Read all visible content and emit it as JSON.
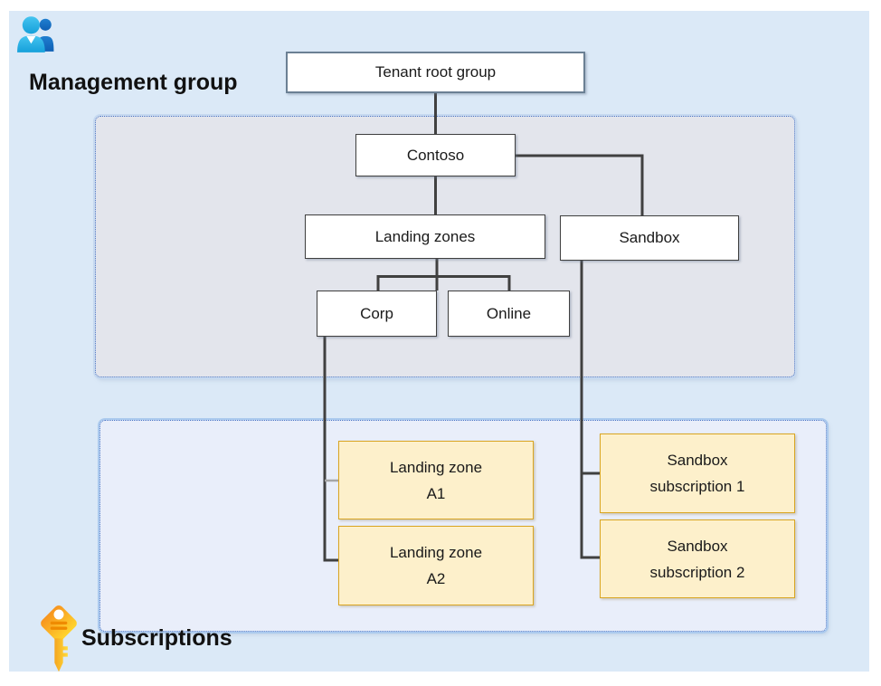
{
  "headings": {
    "management_group": "Management group",
    "subscriptions": "Subscriptions"
  },
  "icons": {
    "management_group_icon": "people-icon",
    "subscriptions_icon": "key-icon"
  },
  "management_nodes": {
    "tenant_root": {
      "label": "Tenant root group"
    },
    "contoso": {
      "label": "Contoso"
    },
    "landing_zones": {
      "label": "Landing zones"
    },
    "sandbox": {
      "label": "Sandbox"
    },
    "corp": {
      "label": "Corp"
    },
    "online": {
      "label": "Online"
    }
  },
  "subscription_nodes": [
    {
      "line1": "Landing zone",
      "line2": "A1"
    },
    {
      "line1": "Landing zone",
      "line2": "A2"
    },
    {
      "line1": "Sandbox",
      "line2": "subscription 1"
    },
    {
      "line1": "Sandbox",
      "line2": "subscription 2"
    }
  ],
  "colors": {
    "canvas_bg": "#dbe9f7",
    "management_region_bg": "#e3e5ec",
    "subscriptions_region_bg": "#e9eefa",
    "region_border_blue": "#4472c4",
    "node_border_dark": "#3f3f3f",
    "tenant_node_border": "#6b8094",
    "subscription_node_fill": "#fdf0cb",
    "subscription_node_border": "#d9a521",
    "connector_dark": "#404040",
    "connector_light": "#a6a6a6",
    "people_icon_front": "#2eb6e8",
    "people_icon_back": "#1268c3",
    "key_icon_orange": "#f7941e",
    "key_icon_yellow": "#ffd42e"
  }
}
